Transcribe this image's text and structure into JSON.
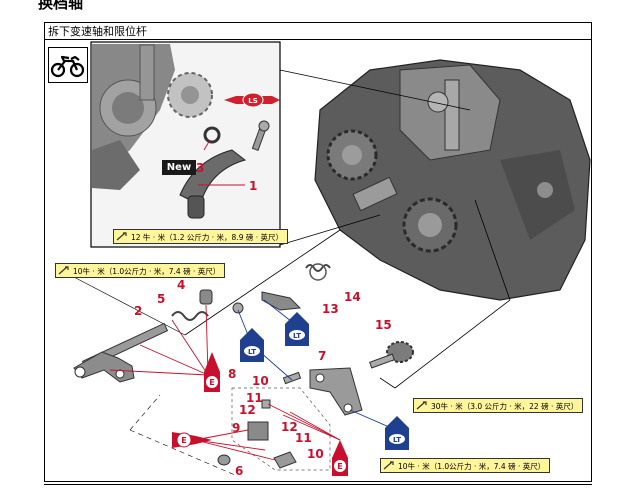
{
  "page_title": "换档轴",
  "section_title": "拆下变速轴和限位杆",
  "new_label": "New",
  "sealant_labels": {
    "locking_agent": "LT",
    "oil": "E",
    "grease": "LS"
  },
  "torque_specs": [
    {
      "value": "12 牛 · 米（1.2 公斤力 · 米，8.9 磅 · 英尺）"
    },
    {
      "value": "10牛 · 米（1.0公斤力 · 米，7.4 磅 · 英尺）"
    },
    {
      "value": "30牛 · 米（3.0 公斤力 · 米，22 磅 · 英尺）"
    },
    {
      "value": "10牛 · 米（1.0公斤力 · 米，7.4 磅 · 英尺）"
    }
  ],
  "part_numbers": {
    "p1": "1",
    "p2": "2",
    "p3": "3",
    "p4": "4",
    "p5": "5",
    "p6": "6",
    "p7": "7",
    "p8": "8",
    "p9": "9",
    "p10a": "10",
    "p10b": "10",
    "p11a": "11",
    "p11b": "11",
    "p12a": "12",
    "p12b": "12",
    "p13": "13",
    "p14": "14",
    "p15": "15"
  },
  "colors": {
    "callout_red": "#c8102e",
    "locking_blue": "#1f3f8f",
    "torque_yellow": "#fff59a"
  },
  "icons": [
    "motorcycle-icon",
    "torque-wrench-icon",
    "lt-bottle-icon",
    "oil-bottle-icon",
    "grease-tube-icon"
  ]
}
